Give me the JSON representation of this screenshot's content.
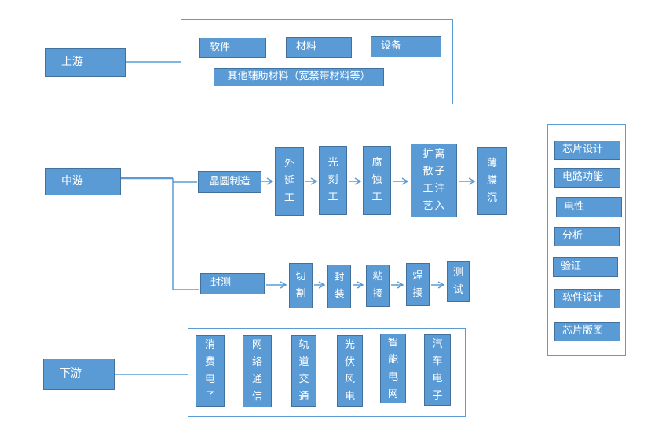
{
  "colors": {
    "node_fill": "#5B9BD5",
    "node_border": "#41719C",
    "container_border": "#5B9BD5",
    "connector_line": "#5B9BD5",
    "text": "#FFFFFF"
  },
  "upstream": {
    "label": "上游",
    "items": [
      {
        "label": "软件"
      },
      {
        "label": "材料"
      },
      {
        "label": "设备"
      },
      {
        "label": "其他辅助材料（宽禁带材料等）"
      }
    ]
  },
  "midstream": {
    "label": "中游",
    "wafer": {
      "label": "晶圆制造",
      "steps": [
        "外延工",
        "光刻工",
        "腐蚀工",
        "扩散工艺",
        "离子注入",
        "薄膜沉"
      ]
    },
    "package": {
      "label": "封测",
      "steps": [
        "切割",
        "封装",
        "粘接",
        "焊接",
        "测试"
      ]
    }
  },
  "downstream": {
    "label": "下游",
    "items": [
      "消费电子",
      "网络通信",
      "轨道交通",
      "光伏风电",
      "智能电网",
      "汽车电子"
    ]
  },
  "design_panel": {
    "items": [
      "芯片设计",
      "电路功能",
      "电性",
      "分析",
      "验证",
      "软件设计",
      "芯片版图"
    ]
  }
}
